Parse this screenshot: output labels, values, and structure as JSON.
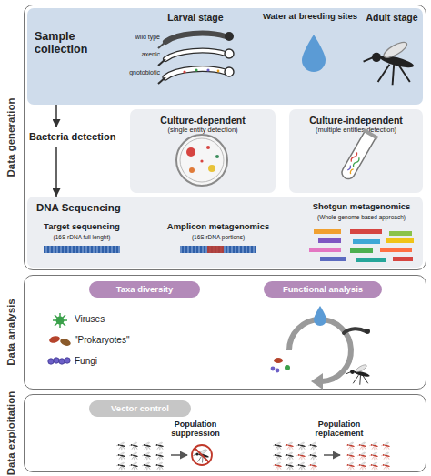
{
  "diagram": {
    "nodes": [
      {
        "text": [
          "Data generation"
        ]
      },
      {
        "text": [
          "Sample collection"
        ],
        "in": 0
      },
      {
        "text": [
          "Bacteria detection"
        ],
        "in": 0
      },
      {
        "text": [
          "Culture-dependent",
          "(single entity detection)"
        ],
        "in": 0
      },
      {
        "text": [
          "Culture-independent",
          "(multiple entities detection)"
        ],
        "in": 0
      },
      {
        "text": [
          "DNA Sequencing"
        ],
        "in": 0
      },
      {
        "text": [
          "Data analysis"
        ]
      },
      {
        "text": [
          "Taxa diversity"
        ],
        "in": 6
      },
      {
        "text": [
          "Functional analysis"
        ],
        "in": 6
      },
      {
        "text": [
          "Data exploitation"
        ]
      },
      {
        "text": [
          "Vector control"
        ],
        "in": 9
      }
    ],
    "edges": [
      {
        "from": 1,
        "to": 2,
        "arrow": "to"
      },
      {
        "from": 2,
        "to": 5,
        "arrow": "to"
      }
    ],
    "labels": [
      "Larval stage",
      "wild type",
      "axenic",
      "gnotobiotic",
      "Water at breeding sites",
      "Adult stage",
      "Target sequencing",
      "(16S rDNA full lenght)",
      "Amplicon metagenomics",
      "(16S rDNA portions)",
      "Shotgun metagenomics",
      "(Whole-genome based approach)",
      "Viruses",
      "\"Prokaryotes\"",
      "Fungi",
      "Population suppression",
      "Population replacement"
    ]
  }
}
